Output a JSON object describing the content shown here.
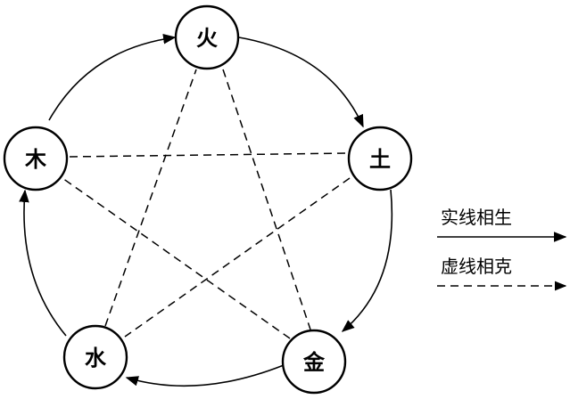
{
  "nodes": [
    {
      "id": "fire",
      "label": "火"
    },
    {
      "id": "earth",
      "label": "土"
    },
    {
      "id": "metal",
      "label": "金"
    },
    {
      "id": "water",
      "label": "水"
    },
    {
      "id": "wood",
      "label": "木"
    }
  ],
  "generating_cycle": [
    [
      "wood",
      "fire"
    ],
    [
      "fire",
      "earth"
    ],
    [
      "earth",
      "metal"
    ],
    [
      "metal",
      "water"
    ],
    [
      "water",
      "wood"
    ]
  ],
  "overcoming_cycle": [
    [
      "wood",
      "earth"
    ],
    [
      "earth",
      "water"
    ],
    [
      "water",
      "fire"
    ],
    [
      "fire",
      "metal"
    ],
    [
      "metal",
      "wood"
    ]
  ],
  "legend": {
    "solid_label": "实线相生",
    "dashed_label": "虚线相克"
  },
  "colors": {
    "ink": "#000000",
    "background": "#ffffff"
  }
}
